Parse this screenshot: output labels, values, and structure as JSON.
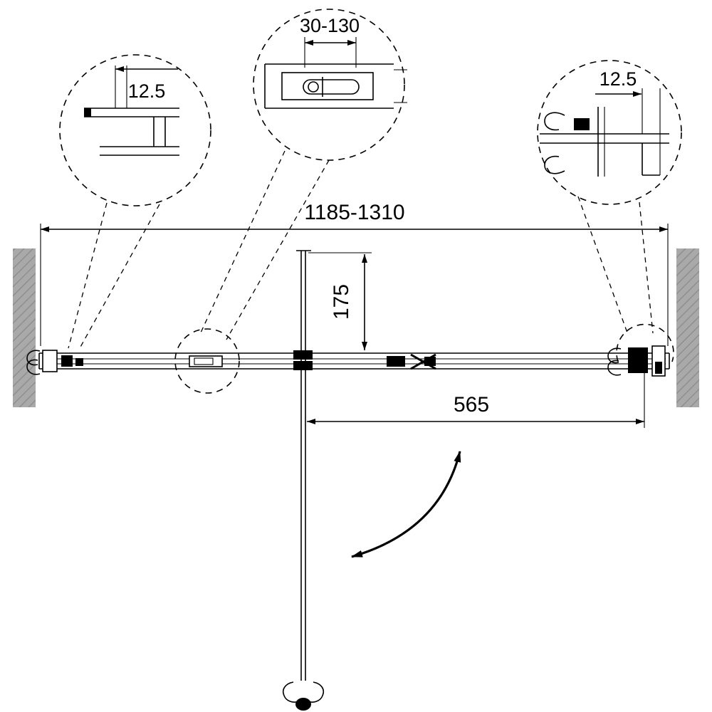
{
  "diagram": {
    "dimensions": {
      "overall_width": "1185-1310",
      "adjustment_range": "30-130",
      "left_profile_thickness": "12.5",
      "right_profile_thickness": "12.5",
      "center_offset": "175",
      "door_half_width": "565"
    },
    "colors": {
      "line": "#000000",
      "wall_fill": "#a9a9a9",
      "wall_hatch": "#8f8f8f",
      "background": "#ffffff"
    }
  }
}
